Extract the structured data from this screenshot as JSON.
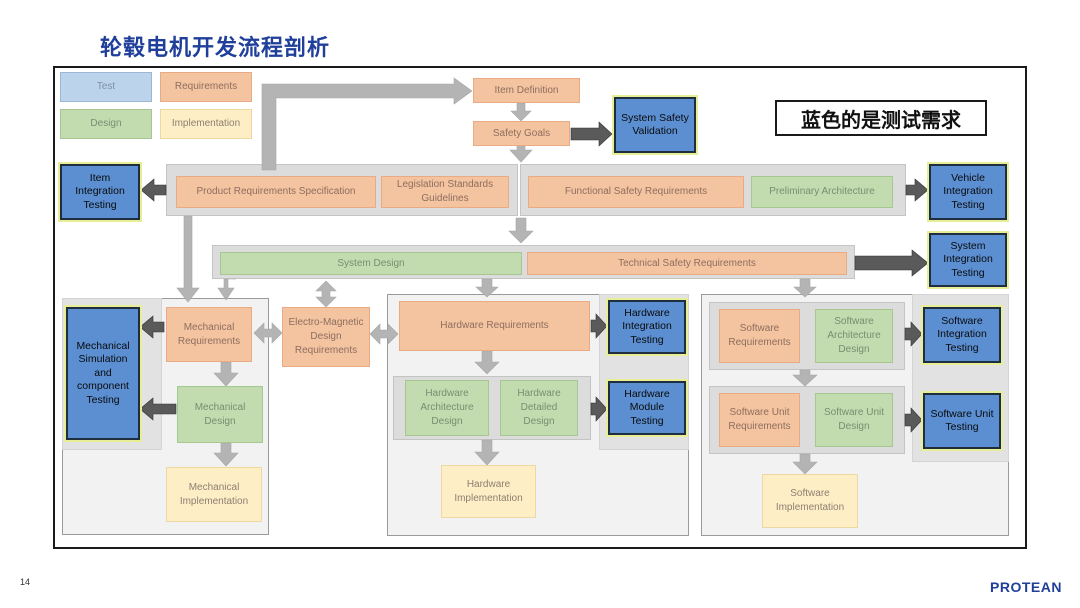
{
  "page": {
    "title": "轮毂电机开发流程剖析",
    "note": "蓝色的是测试需求",
    "page_number": "14",
    "logo_text": "PROTEAN"
  },
  "legend": {
    "test": "Test",
    "requirements": "Requirements",
    "design": "Design",
    "implementation": "Implementation"
  },
  "nodes": {
    "item_definition": "Item Definition",
    "safety_goals": "Safety Goals",
    "system_safety_validation": "System Safety Validation",
    "product_requirements_specification": "Product Requirements Specification",
    "legislation_standards_guidelines": "Legislation Standards Guidelines",
    "functional_safety_requirements": "Functional Safety Requirements",
    "preliminary_architecture": "Preliminary Architecture",
    "item_integration_testing": "Item Integration Testing",
    "vehicle_integration_testing": "Vehicle Integration Testing",
    "system_design": "System Design",
    "technical_safety_requirements": "Technical Safety Requirements",
    "system_integration_testing": "System Integration Testing",
    "mechanical_requirements": "Mechanical Requirements",
    "mechanical_design": "Mechanical Design",
    "mechanical_implementation": "Mechanical Implementation",
    "mechanical_simulation_testing": "Mechanical Simulation and component Testing",
    "electro_magnetic_design_requirements": "Electro-Magnetic Design Requirements",
    "hardware_requirements": "Hardware Requirements",
    "hardware_integration_testing": "Hardware Integration Testing",
    "hardware_architecture_design": "Hardware Architecture Design",
    "hardware_detailed_design": "Hardware Detailed Design",
    "hardware_module_testing": "Hardware Module Testing",
    "hardware_implementation": "Hardware Implementation",
    "software_requirements": "Software Requirements",
    "software_architecture_design": "Software Architecture Design",
    "software_integration_testing": "Software Integration Testing",
    "software_unit_requirements": "Software Unit Requirements",
    "software_unit_design": "Software Unit Design",
    "software_unit_testing": "Software Unit Testing",
    "software_implementation": "Software Implementation"
  },
  "colors": {
    "title": "#1f3f9a",
    "test": "#5b8fd2",
    "requirements": "#f4c3a0",
    "design": "#c2dcb0",
    "implementation": "#fdeec6",
    "arrow": "#b4b4b4"
  }
}
